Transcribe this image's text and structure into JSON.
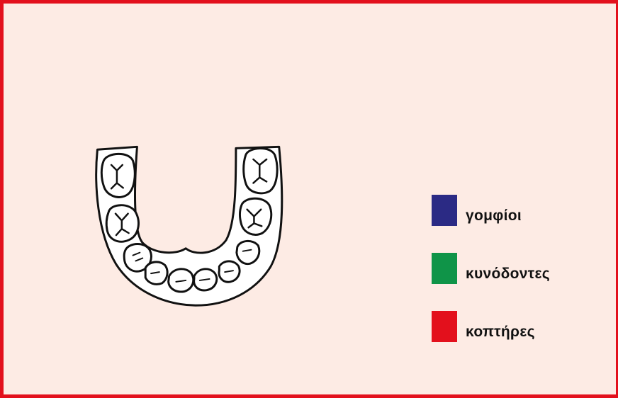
{
  "colors": {
    "background": "#fdebe4",
    "border": "#e3101c",
    "outline": "#111111"
  },
  "diagram": {
    "teeth_image": "lower-dental-arch"
  },
  "legend": {
    "items": [
      {
        "label": "γομφίοι",
        "color": "#2b2a84"
      },
      {
        "label": "κυνόδοντες",
        "color": "#0f9448"
      },
      {
        "label": "κοπτήρες",
        "color": "#e3101c"
      }
    ]
  }
}
